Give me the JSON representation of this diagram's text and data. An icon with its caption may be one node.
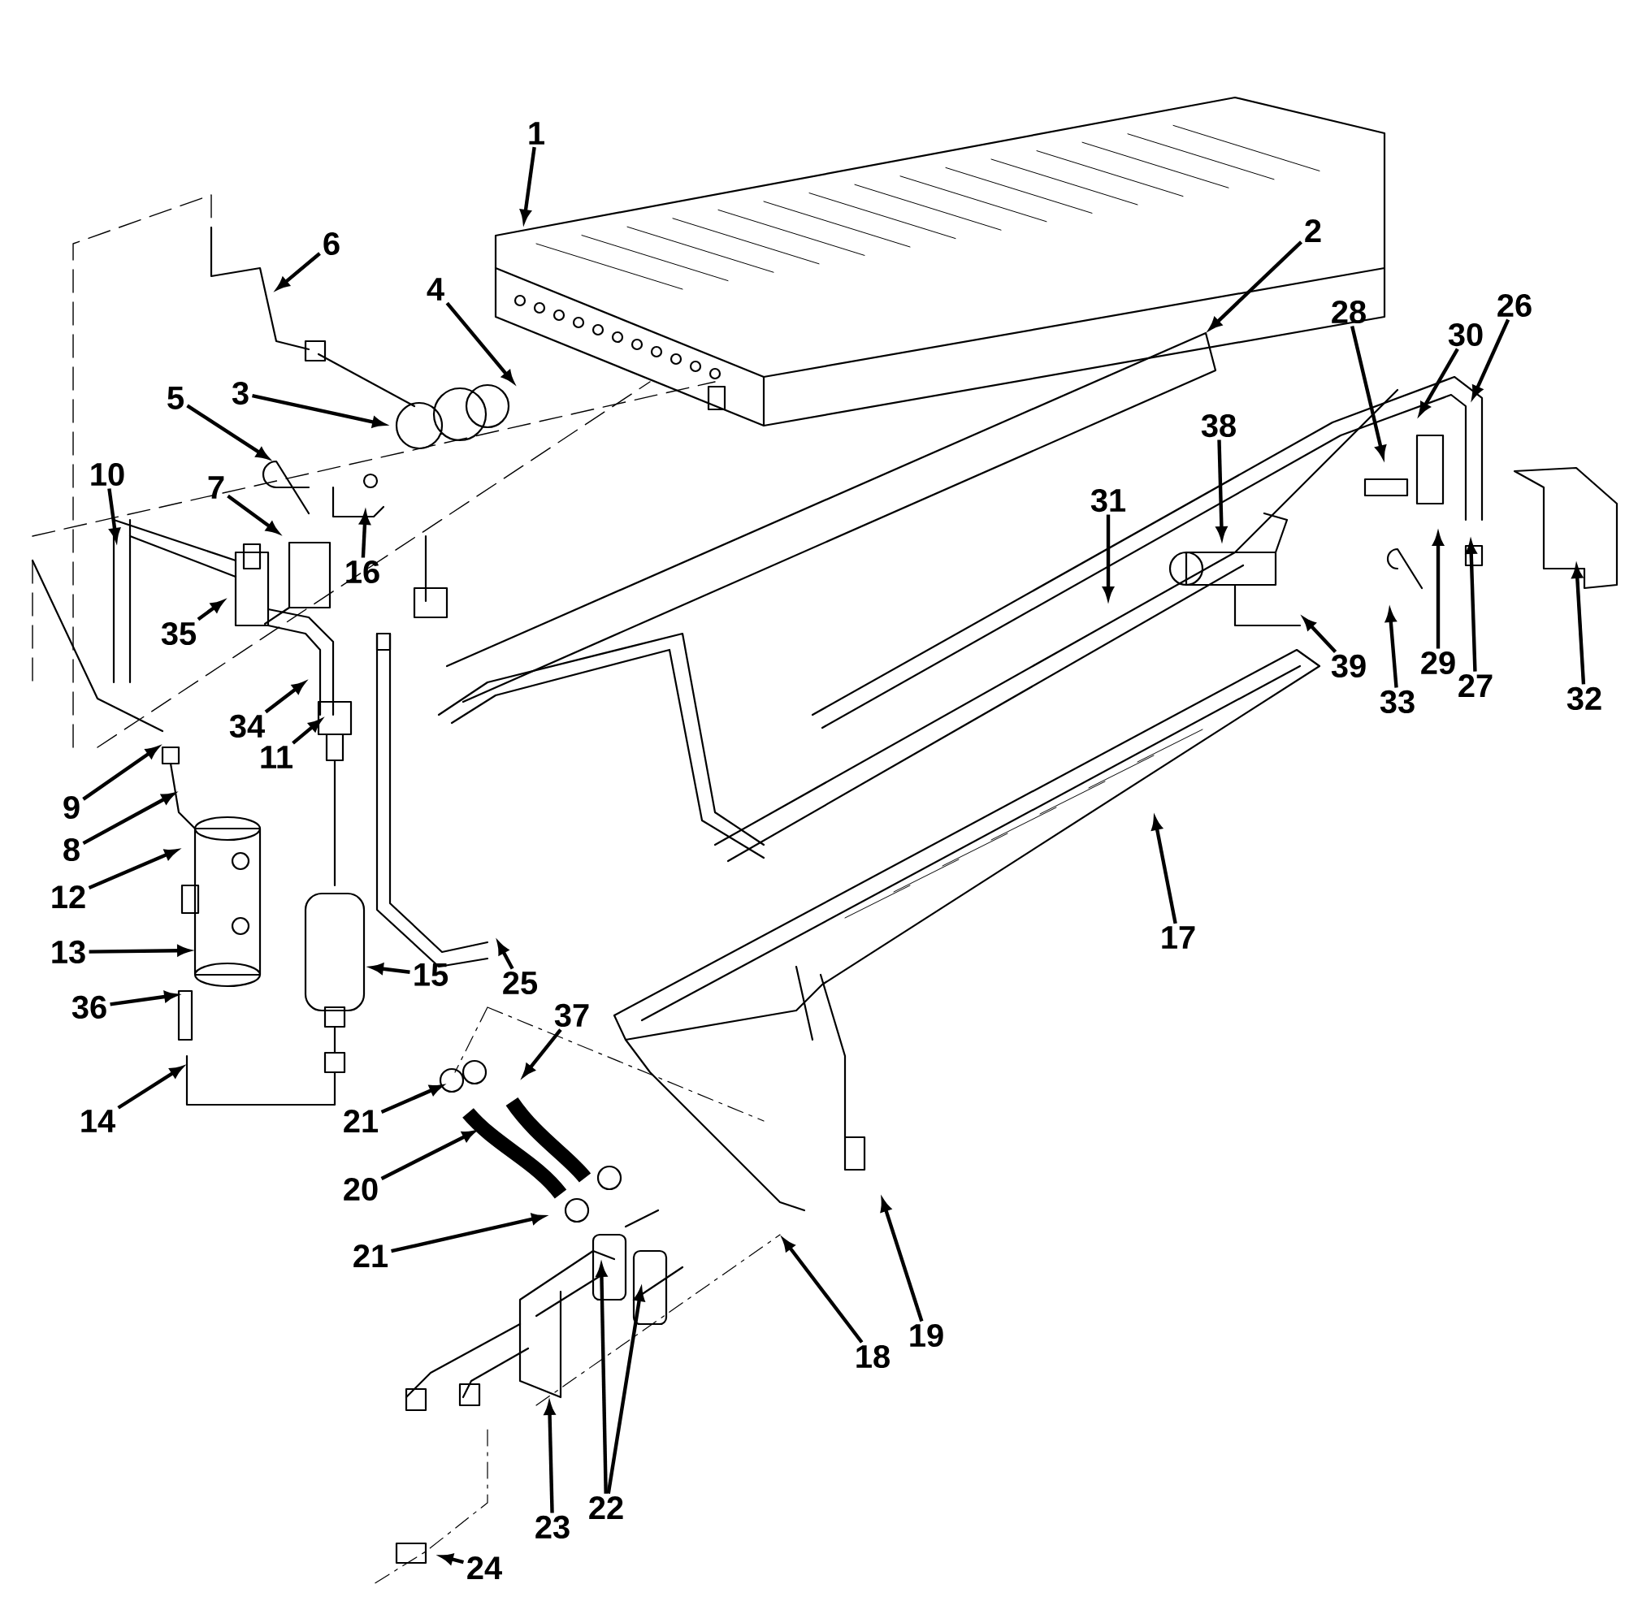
{
  "diagram": {
    "nodes": [
      {
        "text": [
          "1"
        ]
      },
      {
        "text": [
          "2"
        ]
      },
      {
        "text": [
          "6"
        ]
      },
      {
        "text": [
          "4"
        ]
      },
      {
        "text": [
          "28"
        ]
      },
      {
        "text": [
          "30"
        ]
      },
      {
        "text": [
          "26"
        ]
      },
      {
        "text": [
          "3"
        ]
      },
      {
        "text": [
          "5"
        ]
      },
      {
        "text": [
          "38"
        ]
      },
      {
        "text": [
          "10"
        ]
      },
      {
        "text": [
          "7"
        ]
      },
      {
        "text": [
          "31"
        ]
      },
      {
        "text": [
          "16"
        ]
      },
      {
        "text": [
          "35"
        ]
      },
      {
        "text": [
          "29"
        ]
      },
      {
        "text": [
          "39"
        ]
      },
      {
        "text": [
          "27"
        ]
      },
      {
        "text": [
          "32"
        ]
      },
      {
        "text": [
          "33"
        ]
      },
      {
        "text": [
          "34"
        ]
      },
      {
        "text": [
          "11"
        ]
      },
      {
        "text": [
          "9"
        ]
      },
      {
        "text": [
          "8"
        ]
      },
      {
        "text": [
          "12"
        ]
      },
      {
        "text": [
          "17"
        ]
      },
      {
        "text": [
          "13"
        ]
      },
      {
        "text": [
          "15"
        ]
      },
      {
        "text": [
          "25"
        ]
      },
      {
        "text": [
          "36"
        ]
      },
      {
        "text": [
          "37"
        ]
      },
      {
        "text": [
          "14"
        ]
      },
      {
        "text": [
          "21"
        ]
      },
      {
        "text": [
          "20"
        ]
      },
      {
        "text": [
          "21"
        ]
      },
      {
        "text": [
          "19"
        ]
      },
      {
        "text": [
          "18"
        ]
      },
      {
        "text": [
          "22"
        ]
      },
      {
        "text": [
          "23"
        ]
      },
      {
        "text": [
          "24"
        ]
      }
    ],
    "edges": [
      {
        "from": 0,
        "to": null,
        "arrow": "to"
      },
      {
        "from": 1,
        "to": null,
        "arrow": "to"
      },
      {
        "from": 2,
        "to": null,
        "arrow": "to"
      },
      {
        "from": 3,
        "to": null,
        "arrow": "to"
      },
      {
        "from": 4,
        "to": null,
        "arrow": "to"
      },
      {
        "from": 5,
        "to": null,
        "arrow": "to"
      },
      {
        "from": 6,
        "to": null,
        "arrow": "to"
      },
      {
        "from": 7,
        "to": null,
        "arrow": "to"
      },
      {
        "from": 8,
        "to": null,
        "arrow": "to"
      },
      {
        "from": 9,
        "to": null,
        "arrow": "to"
      },
      {
        "from": 10,
        "to": null,
        "arrow": "to"
      },
      {
        "from": 11,
        "to": null,
        "arrow": "to"
      },
      {
        "from": 12,
        "to": null,
        "arrow": "to"
      },
      {
        "from": 13,
        "to": null,
        "arrow": "to"
      },
      {
        "from": 14,
        "to": null,
        "arrow": "to"
      },
      {
        "from": 15,
        "to": null,
        "arrow": "to"
      },
      {
        "from": 16,
        "to": null,
        "arrow": "to"
      },
      {
        "from": 17,
        "to": null,
        "arrow": "to"
      },
      {
        "from": 18,
        "to": null,
        "arrow": "to"
      },
      {
        "from": 19,
        "to": null,
        "arrow": "to"
      },
      {
        "from": 20,
        "to": null,
        "arrow": "to"
      },
      {
        "from": 21,
        "to": null,
        "arrow": "to"
      },
      {
        "from": 22,
        "to": null,
        "arrow": "to"
      },
      {
        "from": 23,
        "to": null,
        "arrow": "to"
      },
      {
        "from": 24,
        "to": null,
        "arrow": "to"
      },
      {
        "from": 25,
        "to": null,
        "arrow": "to"
      },
      {
        "from": 26,
        "to": null,
        "arrow": "to"
      },
      {
        "from": 27,
        "to": null,
        "arrow": "to"
      },
      {
        "from": 28,
        "to": null,
        "arrow": "to"
      },
      {
        "from": 29,
        "to": null,
        "arrow": "to"
      },
      {
        "from": 30,
        "to": null,
        "arrow": "to"
      },
      {
        "from": 31,
        "to": null,
        "arrow": "to"
      },
      {
        "from": 32,
        "to": null,
        "arrow": "to"
      },
      {
        "from": 33,
        "to": null,
        "arrow": "to"
      },
      {
        "from": 34,
        "to": null,
        "arrow": "to"
      },
      {
        "from": 35,
        "to": null,
        "arrow": "to"
      },
      {
        "from": 36,
        "to": null,
        "arrow": "to"
      },
      {
        "from": 37,
        "to": null,
        "arrow": "to"
      },
      {
        "from": 37,
        "to": null,
        "arrow": "to"
      },
      {
        "from": 38,
        "to": null,
        "arrow": "to"
      },
      {
        "from": 39,
        "to": null,
        "arrow": "to"
      }
    ]
  }
}
